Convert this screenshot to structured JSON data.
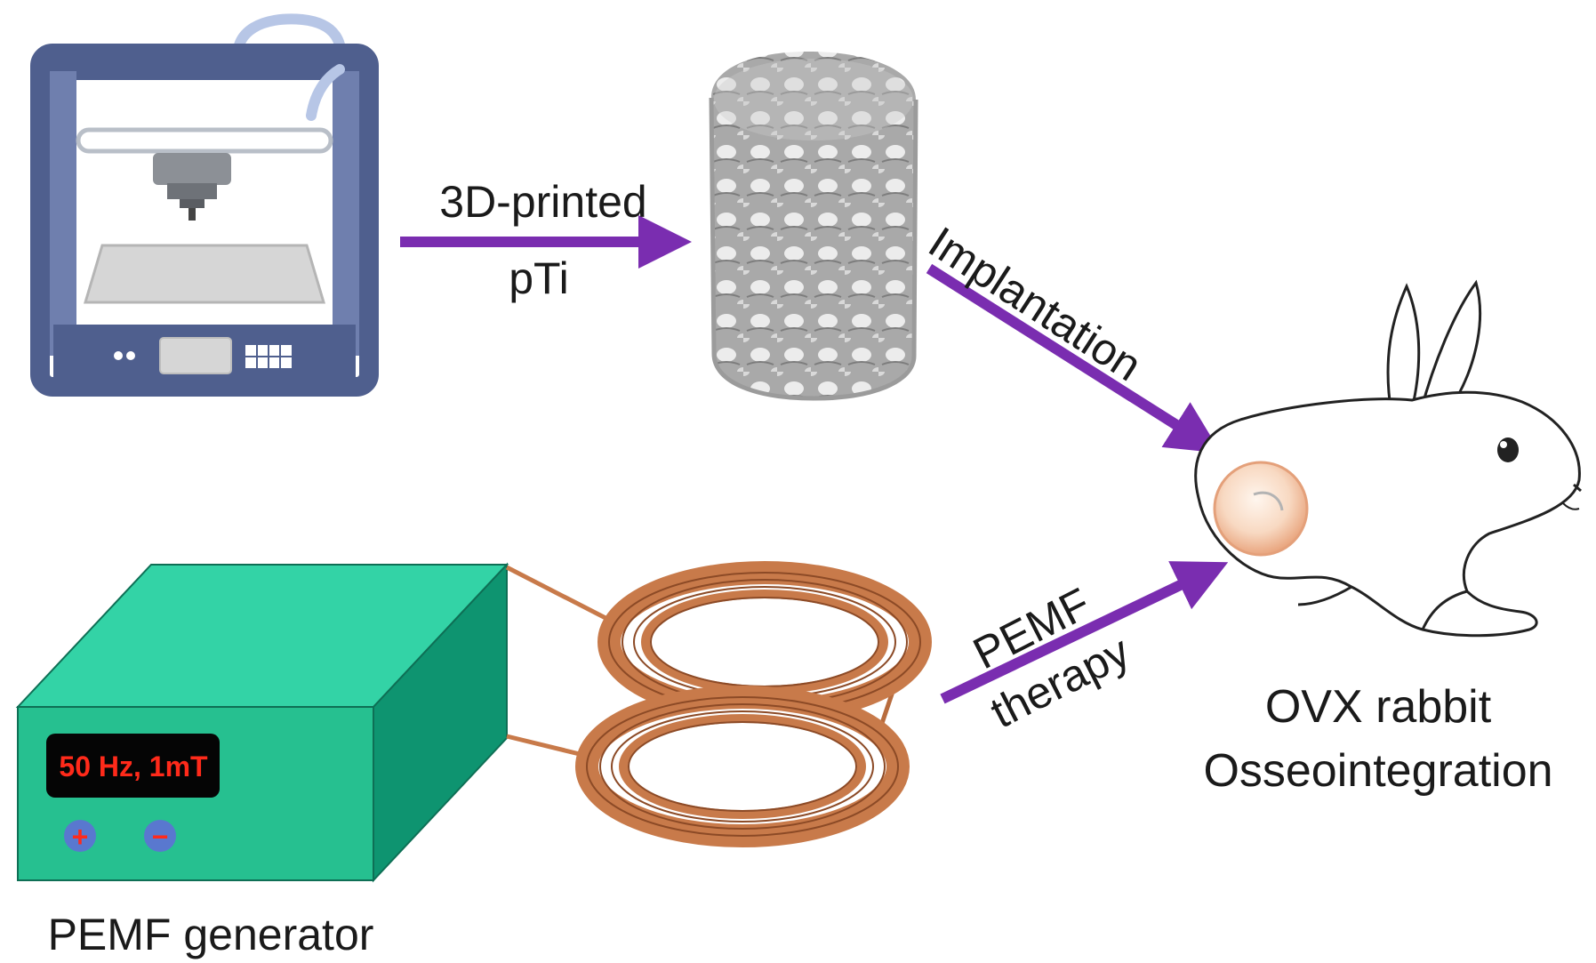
{
  "labels": {
    "printed_top": "3D-printed",
    "printed_bottom": "pTi",
    "implantation": "Implantation",
    "therapy_top": "PEMF",
    "therapy_bottom": "therapy",
    "rabbit_line1": "OVX rabbit",
    "rabbit_line2": "Osseointegration",
    "generator": "PEMF generator"
  },
  "generator": {
    "display": "50 Hz,  1mT",
    "plus": "+",
    "minus": "−"
  },
  "icons": {
    "printer": "3d-printer-icon",
    "scaffold": "porous-titanium-scaffold-icon",
    "coils": "copper-coil-pair-icon",
    "rabbit": "rabbit-icon",
    "generator": "pemf-generator-box-icon"
  },
  "colors": {
    "arrow": "#7a2db0",
    "generator_top": "#33d3a6",
    "generator_front": "#26c090",
    "generator_side": "#0e9470",
    "display_text": "#ff2a1a",
    "copper": "#c87a4a",
    "printer_frame": "#4f5f8e",
    "implant_site": "#f4c5a8"
  }
}
